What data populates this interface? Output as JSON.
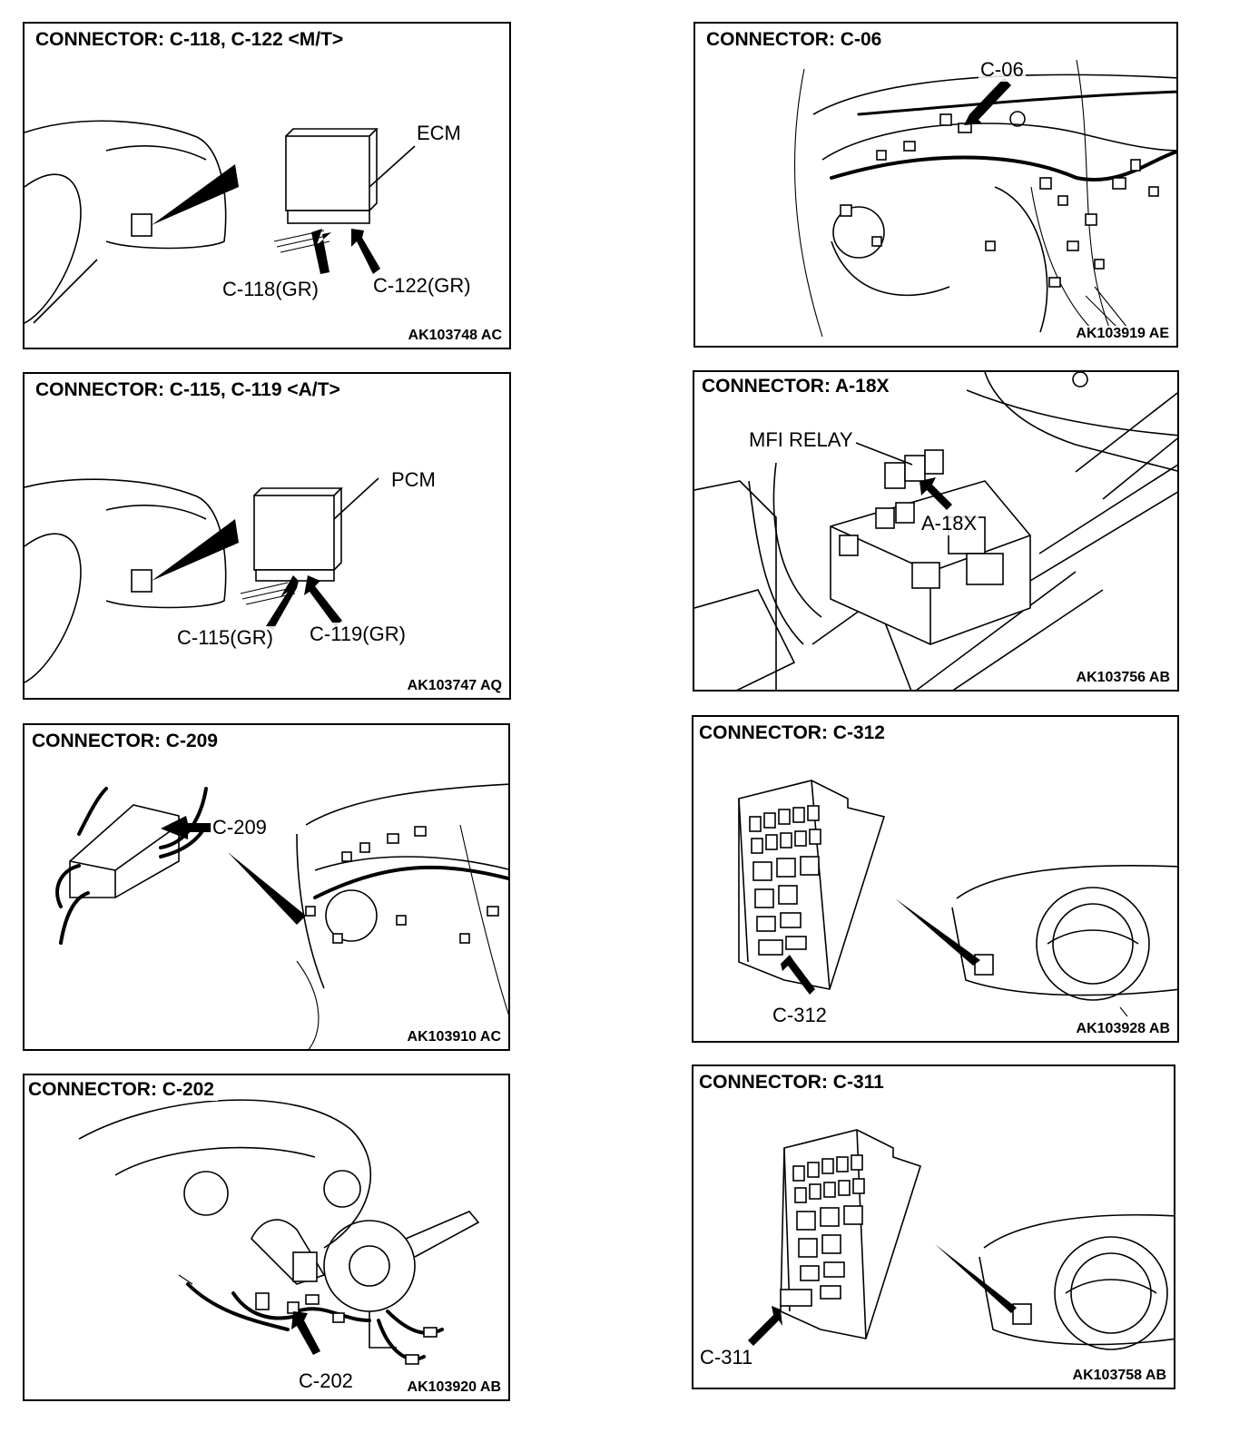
{
  "panels": [
    {
      "title": "CONNECTOR: C-118, C-122 <M/T>",
      "code": "AK103748 AC",
      "labels": {
        "module": "ECM",
        "left": "C-118(GR)",
        "right": "C-122(GR)"
      }
    },
    {
      "title": "CONNECTOR: C-06",
      "code": "AK103919 AE",
      "labels": {
        "connector": "C-06"
      }
    },
    {
      "title": "CONNECTOR: C-115, C-119 <A/T>",
      "code": "AK103747 AQ",
      "labels": {
        "module": "PCM",
        "left": "C-115(GR)",
        "right": "C-119(GR)"
      }
    },
    {
      "title": "CONNECTOR: A-18X",
      "code": "AK103756 AB",
      "labels": {
        "relay": "MFI RELAY",
        "connector": "A-18X"
      }
    },
    {
      "title": "CONNECTOR: C-209",
      "code": "AK103910 AC",
      "labels": {
        "connector": "C-209"
      }
    },
    {
      "title": "CONNECTOR: C-312",
      "code": "AK103928 AB",
      "labels": {
        "connector": "C-312"
      }
    },
    {
      "title": "CONNECTOR: C-202",
      "code": "AK103920 AB",
      "labels": {
        "connector": "C-202"
      }
    },
    {
      "title": "CONNECTOR: C-311",
      "code": "AK103758 AB",
      "labels": {
        "connector": "C-311"
      }
    }
  ]
}
